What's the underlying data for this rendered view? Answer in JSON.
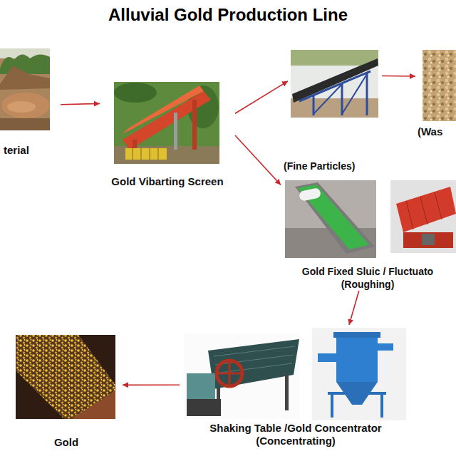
{
  "diagram": {
    "title": "Alluvial Gold Production Line",
    "nodes": [
      {
        "text": [
          "terial"
        ]
      },
      {
        "text": [
          "Gold Vibarting Screen"
        ]
      },
      {
        "text": []
      },
      {
        "text": [
          "(Was"
        ]
      },
      {
        "text": [
          "Gold Fixed Sluic / Fluctuato (Roughing)"
        ]
      },
      {
        "text": [
          "Shaking Table /Gold Concentrator (Concentrating)"
        ]
      },
      {
        "text": [
          "Gold"
        ]
      }
    ],
    "edges": [
      {
        "from": 0,
        "to": 1,
        "arrow": "to"
      },
      {
        "from": 1,
        "to": 2,
        "arrow": "to"
      },
      {
        "from": 2,
        "to": 3,
        "arrow": "to"
      },
      {
        "from": 1,
        "to": 4,
        "label": "(Fine Particles)",
        "arrow": "to"
      },
      {
        "from": 4,
        "to": 5,
        "arrow": "to"
      },
      {
        "from": 5,
        "to": 6,
        "arrow": "to"
      }
    ]
  }
}
